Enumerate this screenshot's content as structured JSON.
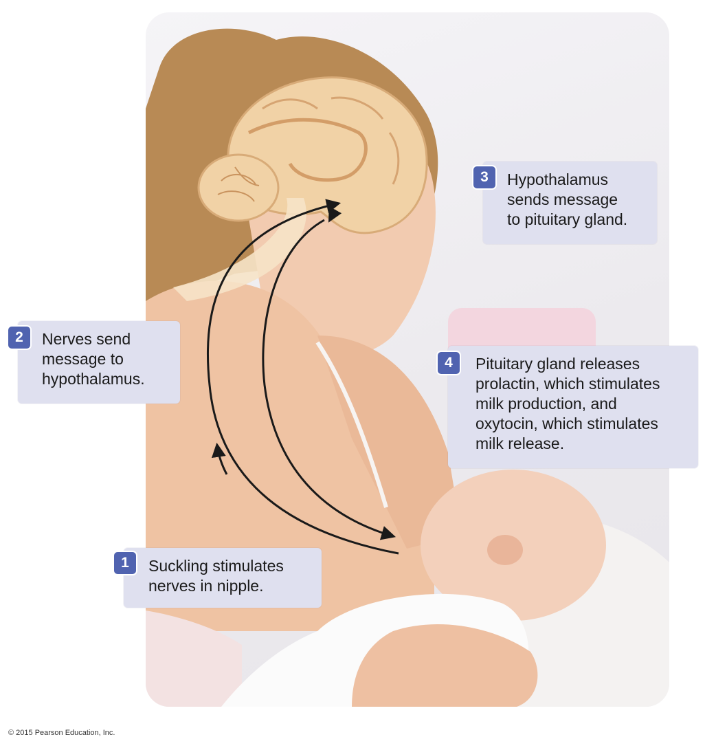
{
  "steps": [
    {
      "number": "1",
      "text": "Suckling stimulates\nnerves in nipple."
    },
    {
      "number": "2",
      "text": "Nerves send\nmessage to\nhypothalamus."
    },
    {
      "number": "3",
      "text": "Hypothalamus\nsends message\nto pituitary gland."
    },
    {
      "number": "4",
      "text": "Pituitary gland releases\nprolactin, which stimulates\nmilk production, and\noxytocin, which stimulates\nmilk release."
    }
  ],
  "copyright": "© 2015 Pearson Education, Inc.",
  "colors": {
    "badge": "#5063b0",
    "callout_bg": "#dfe0ef",
    "arrow": "#1a1a1a",
    "brain": "#f1d2a6",
    "skin": "#f0c7a8"
  }
}
